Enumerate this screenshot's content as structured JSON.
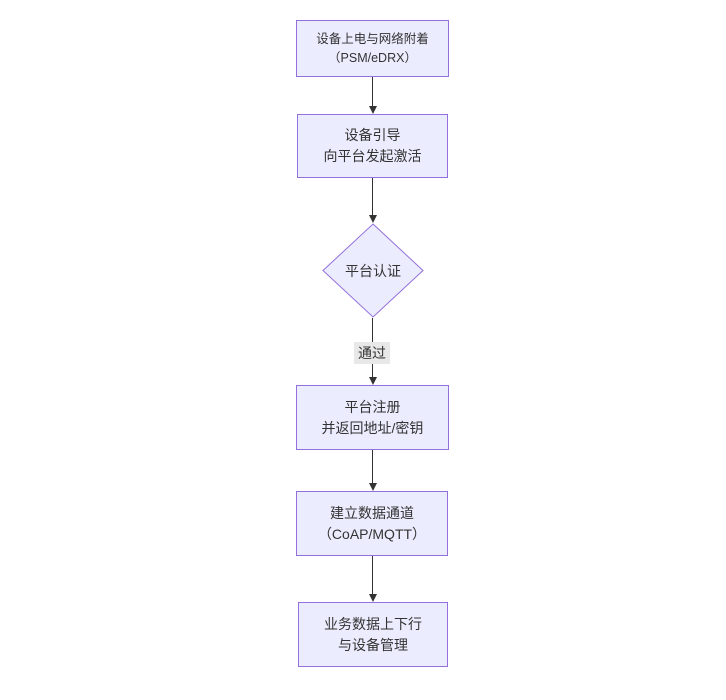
{
  "flowchart": {
    "title": "device-onboarding-flowchart",
    "colors": {
      "canvas_bg": "#ffffff",
      "node_fill": "#ECECFF",
      "node_border": "#9370DB",
      "text": "#333333",
      "arrow": "#333333",
      "edge_label_bg": "#e8e8e8"
    },
    "nodes": [
      {
        "id": "power-attach",
        "shape": "rect",
        "lines": [
          "设备上电与网络附着",
          "（PSM/eDRX）"
        ]
      },
      {
        "id": "bootstrap",
        "shape": "rect",
        "lines": [
          "设备引导",
          "向平台发起激活"
        ]
      },
      {
        "id": "platform-auth",
        "shape": "diamond",
        "lines": [
          "平台认证"
        ]
      },
      {
        "id": "platform-register",
        "shape": "rect",
        "lines": [
          "平台注册",
          "并返回地址/密钥"
        ]
      },
      {
        "id": "data-channel",
        "shape": "rect",
        "lines": [
          "建立数据通道",
          "（CoAP/MQTT）"
        ]
      },
      {
        "id": "business-data",
        "shape": "rect",
        "lines": [
          "业务数据上下行",
          "与设备管理"
        ]
      }
    ],
    "edges": [
      {
        "from": "power-attach",
        "to": "bootstrap",
        "label": ""
      },
      {
        "from": "bootstrap",
        "to": "platform-auth",
        "label": ""
      },
      {
        "from": "platform-auth",
        "to": "platform-register",
        "label": "通过"
      },
      {
        "from": "platform-register",
        "to": "data-channel",
        "label": ""
      },
      {
        "from": "data-channel",
        "to": "business-data",
        "label": ""
      }
    ]
  }
}
